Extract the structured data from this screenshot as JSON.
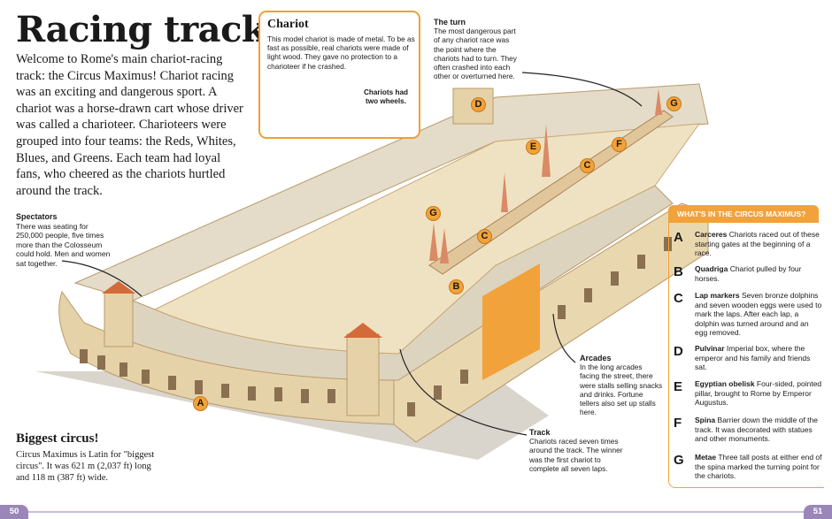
{
  "page": {
    "title": "Racing track",
    "intro": "Welcome to Rome's main chariot-racing track: the Circus Maximus! Chariot racing was an exciting and dangerous sport. A chariot was a horse-drawn cart whose driver was called a charioteer. Charioteers were grouped into four teams: the Reds, Whites, Blues, and Greens. Each team had loyal fans, who cheered as the chariots hurtled around the track."
  },
  "spectators": {
    "heading": "Spectators",
    "text": "There was seating for 250,000 people, five times more than the Colosseum could hold. Men and women sat together."
  },
  "chariot": {
    "heading": "Chariot",
    "text": "This model chariot is made of metal. To be as fast as possible, real chariots were made of light wood. They gave no protection to a charioteer if he crashed.",
    "caption": "Chariots had two wheels."
  },
  "turn": {
    "heading": "The turn",
    "text": "The most dangerous part of any chariot race was the point where the chariots had to turn. They often crashed into each other or overturned here."
  },
  "arcades": {
    "heading": "Arcades",
    "text": "In the long arcades facing the street, there were stalls selling snacks and drinks. Fortune tellers also set up stalls here."
  },
  "track": {
    "heading": "Track",
    "text": "Chariots raced seven times around the track. The winner was the first chariot to complete all seven laps."
  },
  "biggest": {
    "heading": "Biggest circus!",
    "text": "Circus Maximus is Latin for \"biggest circus\". It was 621 m (2,037 ft) long and 118 m (387 ft) wide."
  },
  "key": {
    "heading": "WHAT'S IN THE CIRCUS MAXIMUS?",
    "items": [
      {
        "letter": "A",
        "term": "Carceres",
        "desc": "Chariots raced out of these starting gates at the beginning of a race."
      },
      {
        "letter": "B",
        "term": "Quadriga",
        "desc": "Chariot pulled by four horses."
      },
      {
        "letter": "C",
        "term": "Lap markers",
        "desc": "Seven bronze dolphins and seven wooden eggs were used to mark the laps. After each lap, a dolphin was turned around and an egg removed."
      },
      {
        "letter": "D",
        "term": "Pulvinar",
        "desc": "Imperial box, where the emperor and his family and friends sat."
      },
      {
        "letter": "E",
        "term": "Egyptian obelisk",
        "desc": "Four-sided, pointed pillar, brought to Rome by Emperor Augustus."
      },
      {
        "letter": "F",
        "term": "Spina",
        "desc": "Barrier down the middle of the track. It was decorated with statues and other monuments."
      },
      {
        "letter": "G",
        "term": "Metae",
        "desc": "Three tall posts at either end of the spina marked the turning point for the chariots."
      }
    ]
  },
  "markers": [
    "A",
    "B",
    "C",
    "C",
    "D",
    "E",
    "F",
    "G",
    "G"
  ],
  "pages": {
    "left": "50",
    "right": "51"
  },
  "colors": {
    "accent": "#f2a23a",
    "page_tab": "#9a86b8",
    "stone": "#e8d6b0",
    "sand": "#efe2c2"
  }
}
